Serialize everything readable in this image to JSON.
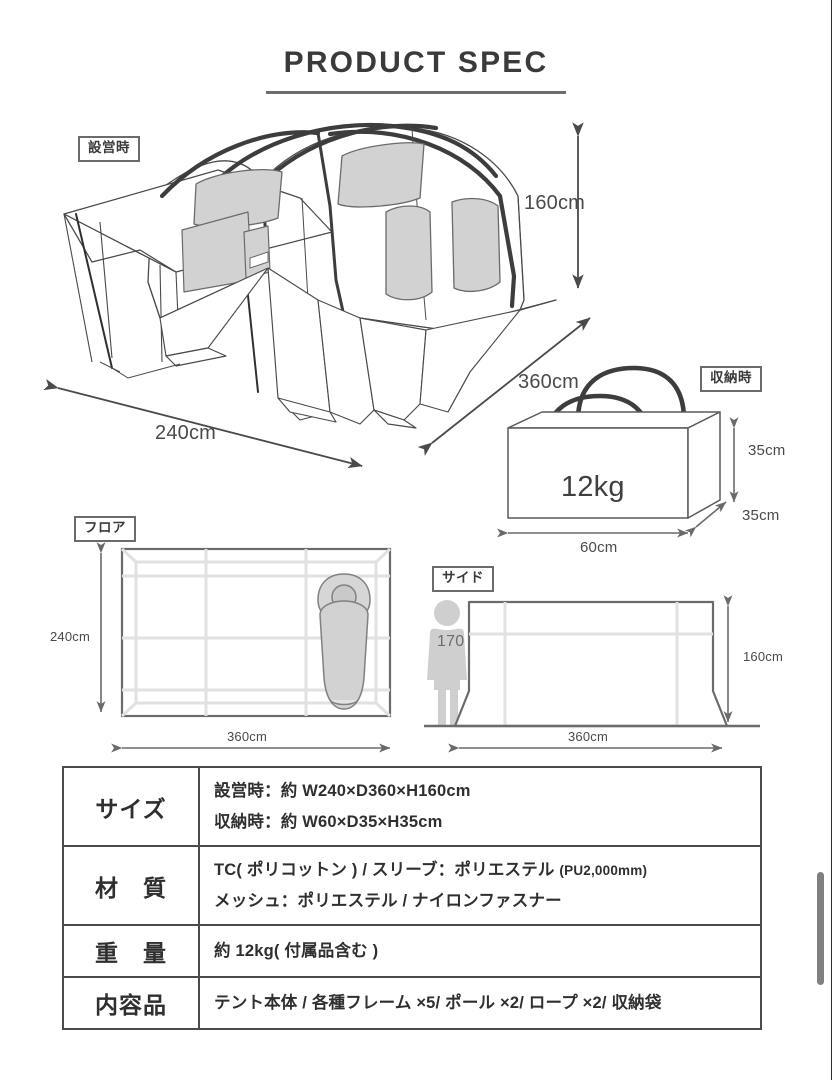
{
  "page": {
    "title": "PRODUCT SPEC"
  },
  "tags": {
    "setup": "設営時",
    "storage": "収納時",
    "floor": "フロア",
    "side": "サイド"
  },
  "dimensions": {
    "main_height": "160cm",
    "main_depth": "360cm",
    "main_width": "240cm",
    "bag_width": "60cm",
    "bag_height": "35cm",
    "bag_depth": "35cm",
    "bag_weight": "12kg",
    "floor_height": "240cm",
    "floor_width": "360cm",
    "side_height": "160cm",
    "side_width": "360cm",
    "person_height": "170"
  },
  "spec_table": {
    "rows": [
      {
        "label": "サイズ",
        "lines": [
          "設営時：約 W240×D360×H160cm",
          "収納時：約 W60×D35×H35cm"
        ]
      },
      {
        "label": "材　質",
        "lines": [
          "TC( ポリコットン ) / スリーブ：ポリエステル",
          "メッシュ：ポリエステル / ナイロンファスナー"
        ],
        "line1_fine": "(PU2,000mm)"
      },
      {
        "label": "重　量",
        "lines": [
          "約 12kg( 付属品含む )"
        ]
      },
      {
        "label": "内容品",
        "lines": [
          "テント本体 / 各種フレーム ×5/ ポール ×2/ ロープ ×2/ 収納袋"
        ]
      }
    ]
  },
  "colors": {
    "ink": "#3a3a3a",
    "line": "#4a4a4a",
    "panel": "#d2d2d2",
    "grid": "#e3e3e3",
    "pole": "#3d3d3d",
    "scrollbar": "#808080"
  }
}
